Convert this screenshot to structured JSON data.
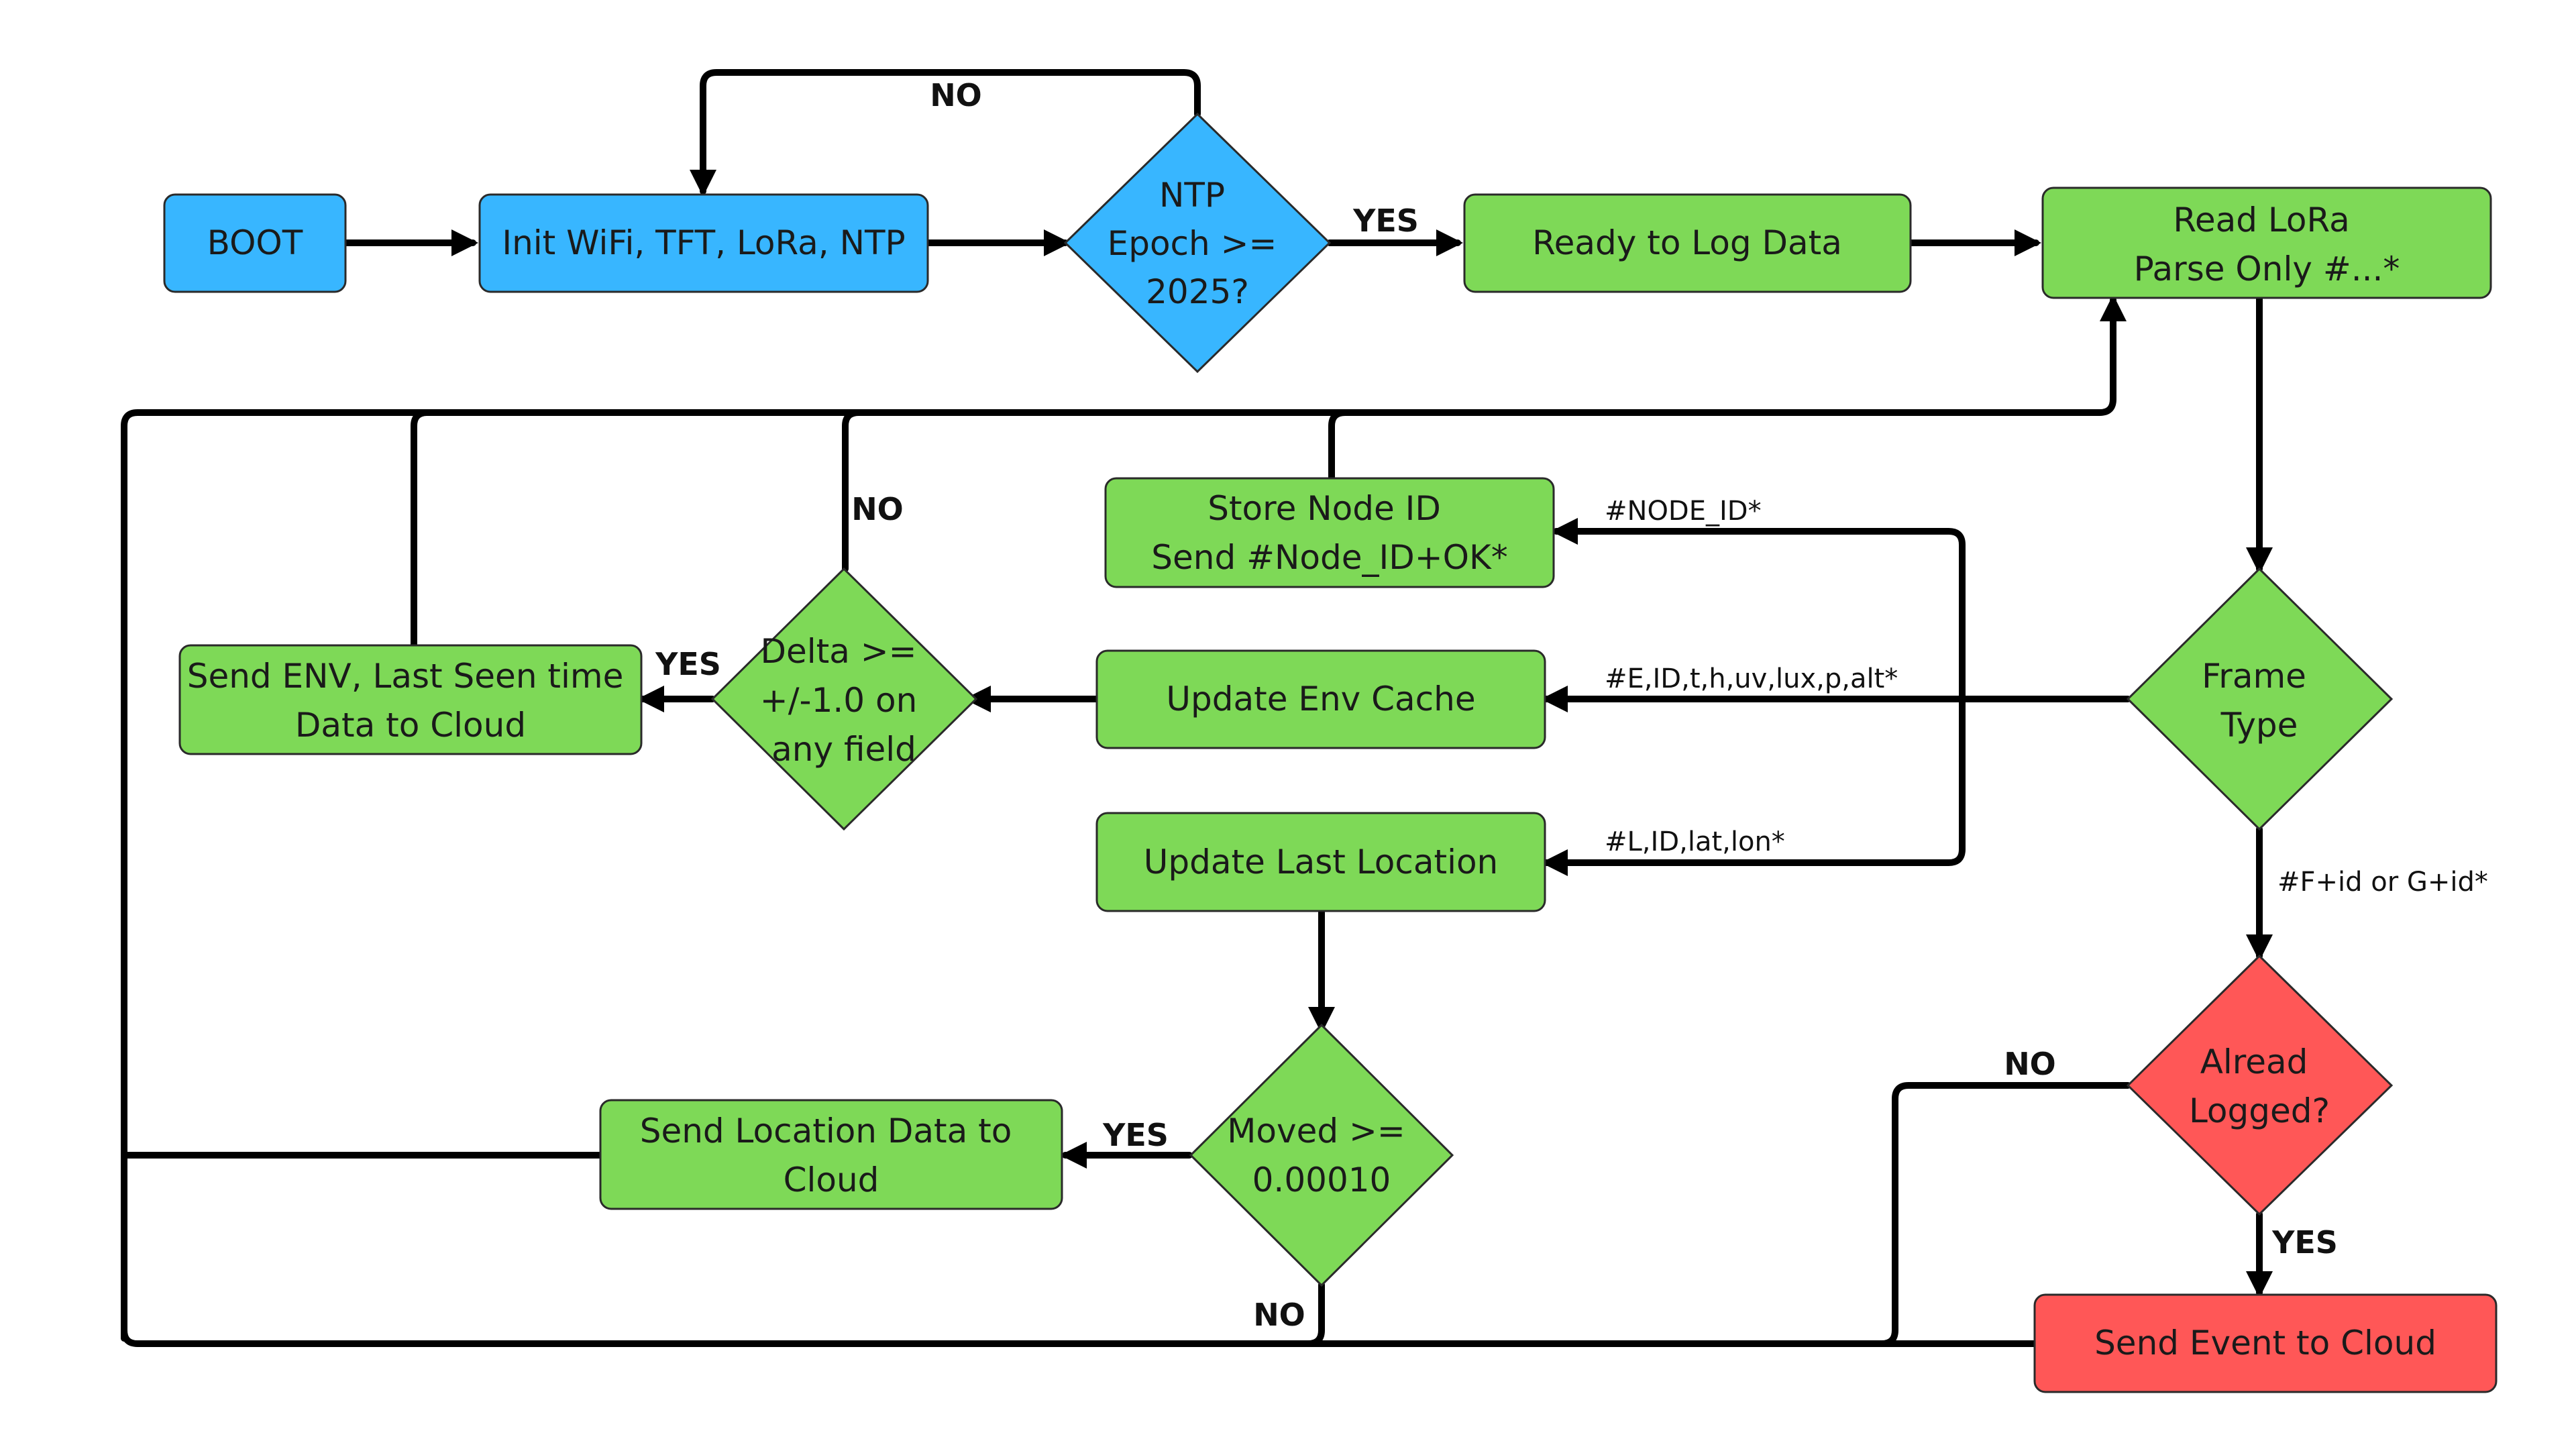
{
  "colors": {
    "blue": "#38b6ff",
    "green": "#7ed957",
    "red": "#ff5757",
    "line": "#000000"
  },
  "nodes": {
    "boot": {
      "lines": [
        "BOOT"
      ]
    },
    "init": {
      "lines": [
        "Init WiFi, TFT, LoRa, NTP"
      ]
    },
    "ntp_check": {
      "lines": [
        "NTP",
        "Epoch >=",
        "2025?"
      ]
    },
    "ready": {
      "lines": [
        "Ready to Log Data"
      ]
    },
    "read_lora": {
      "lines": [
        "Read LoRa",
        "Parse Only #...*"
      ]
    },
    "frame_type": {
      "lines": [
        "Frame",
        "Type"
      ]
    },
    "store_node": {
      "lines": [
        "Store Node ID",
        "Send #Node_ID+OK*"
      ]
    },
    "update_env": {
      "lines": [
        "Update Env Cache"
      ]
    },
    "update_loc": {
      "lines": [
        "Update Last Location"
      ]
    },
    "delta_check": {
      "lines": [
        "Delta >=",
        "+/-1.0 on",
        "any field"
      ]
    },
    "send_env": {
      "lines": [
        "Send ENV, Last Seen time",
        "Data to Cloud"
      ]
    },
    "moved_check": {
      "lines": [
        "Moved >=",
        "0.00010"
      ]
    },
    "send_loc": {
      "lines": [
        "Send Location Data to",
        "Cloud"
      ]
    },
    "logged_check": {
      "lines": [
        "Alread",
        "Logged?"
      ]
    },
    "send_event": {
      "lines": [
        "Send Event to Cloud"
      ]
    }
  },
  "edge_labels": {
    "ntp_no": "NO",
    "ntp_yes": "YES",
    "delta_no": "NO",
    "delta_yes": "YES",
    "moved_yes": "YES",
    "moved_no": "NO",
    "logged_no": "NO",
    "logged_yes": "YES"
  },
  "frame_labels": {
    "node_id": "#NODE_ID*",
    "env": "#E,ID,t,h,uv,lux,p,alt*",
    "loc": "#L,ID,lat,lon*",
    "event": "#F+id or G+id*"
  }
}
